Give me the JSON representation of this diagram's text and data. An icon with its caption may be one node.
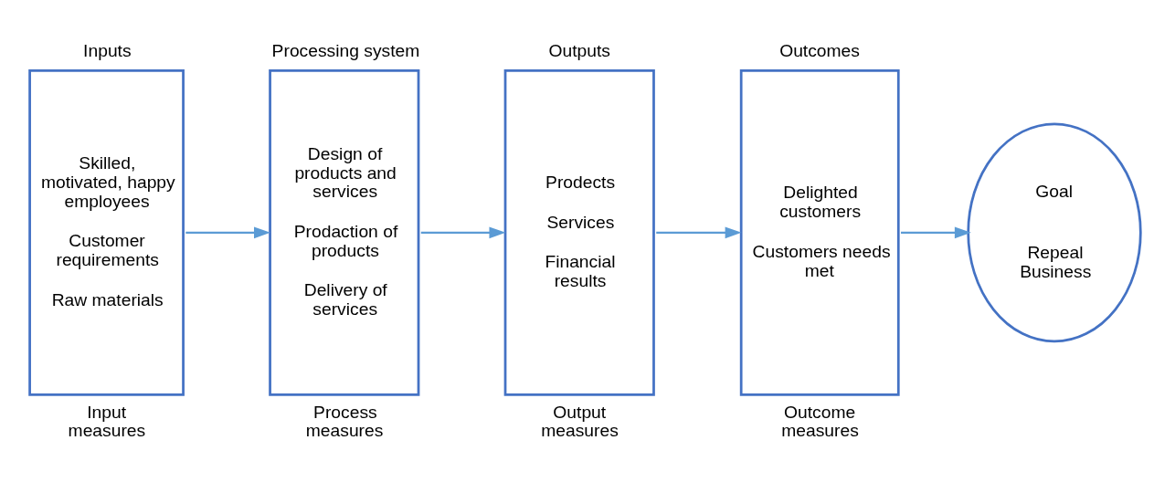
{
  "diagram": {
    "nodes": [
      {
        "text": [
          "Inputs",
          "Skilled, motivated, happy employees",
          "Customer requirements",
          "Raw materials"
        ],
        "beside": [
          "Input measures"
        ]
      },
      {
        "text": [
          "Processing system",
          "Design of products and services",
          "Prodaction of products",
          "Delivery of services"
        ],
        "beside": [
          "Process measures"
        ]
      },
      {
        "text": [
          "Outputs",
          "Prodects",
          "Services",
          "Financial results"
        ],
        "beside": [
          "Output measures"
        ]
      },
      {
        "text": [
          "Outcomes",
          "Delighted customers",
          "Customers needs met"
        ],
        "beside": [
          "Outcome measures"
        ]
      },
      {
        "text": [
          "Goal",
          "Repeal Business"
        ]
      }
    ],
    "edges": [
      {
        "from": 0,
        "to": 1,
        "arrow": "to"
      },
      {
        "from": 1,
        "to": 2,
        "arrow": "to"
      },
      {
        "from": 2,
        "to": 3,
        "arrow": "to"
      },
      {
        "from": 3,
        "to": 4,
        "arrow": "to"
      }
    ]
  }
}
